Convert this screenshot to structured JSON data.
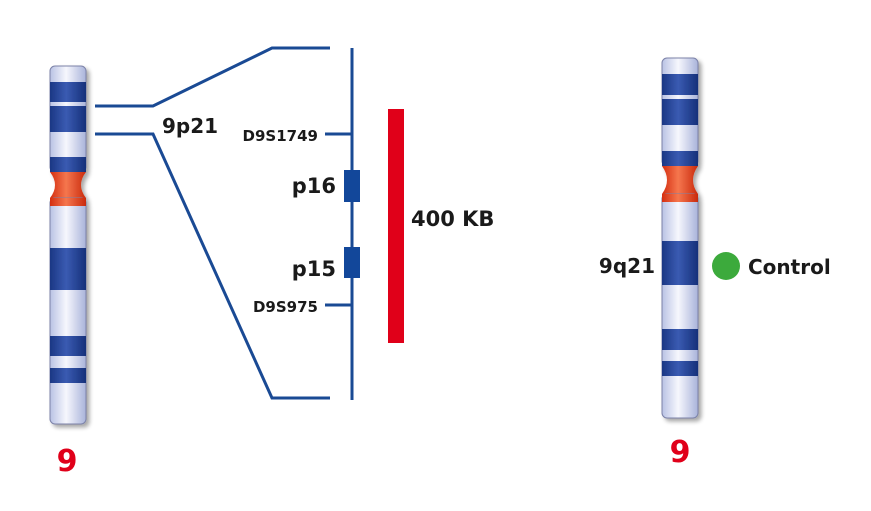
{
  "left_chromosome": {
    "number": "9",
    "region_label": "9p21"
  },
  "right_chromosome": {
    "number": "9",
    "region_label": "9q21",
    "control_label": "Control"
  },
  "markers": {
    "top": "D9S1749",
    "bottom": "D9S975"
  },
  "genes": {
    "p16": "p16",
    "p15": "p15"
  },
  "span_label": "400 KB",
  "colors": {
    "band": "#1f3f8f",
    "band_light": "#e4e8f6",
    "centromere": "#e4401f",
    "line": "#1a4a94",
    "gene": "#12479a",
    "probe_red": "#e00019",
    "control_green": "#3caa3c",
    "number_red": "#e0001a"
  }
}
